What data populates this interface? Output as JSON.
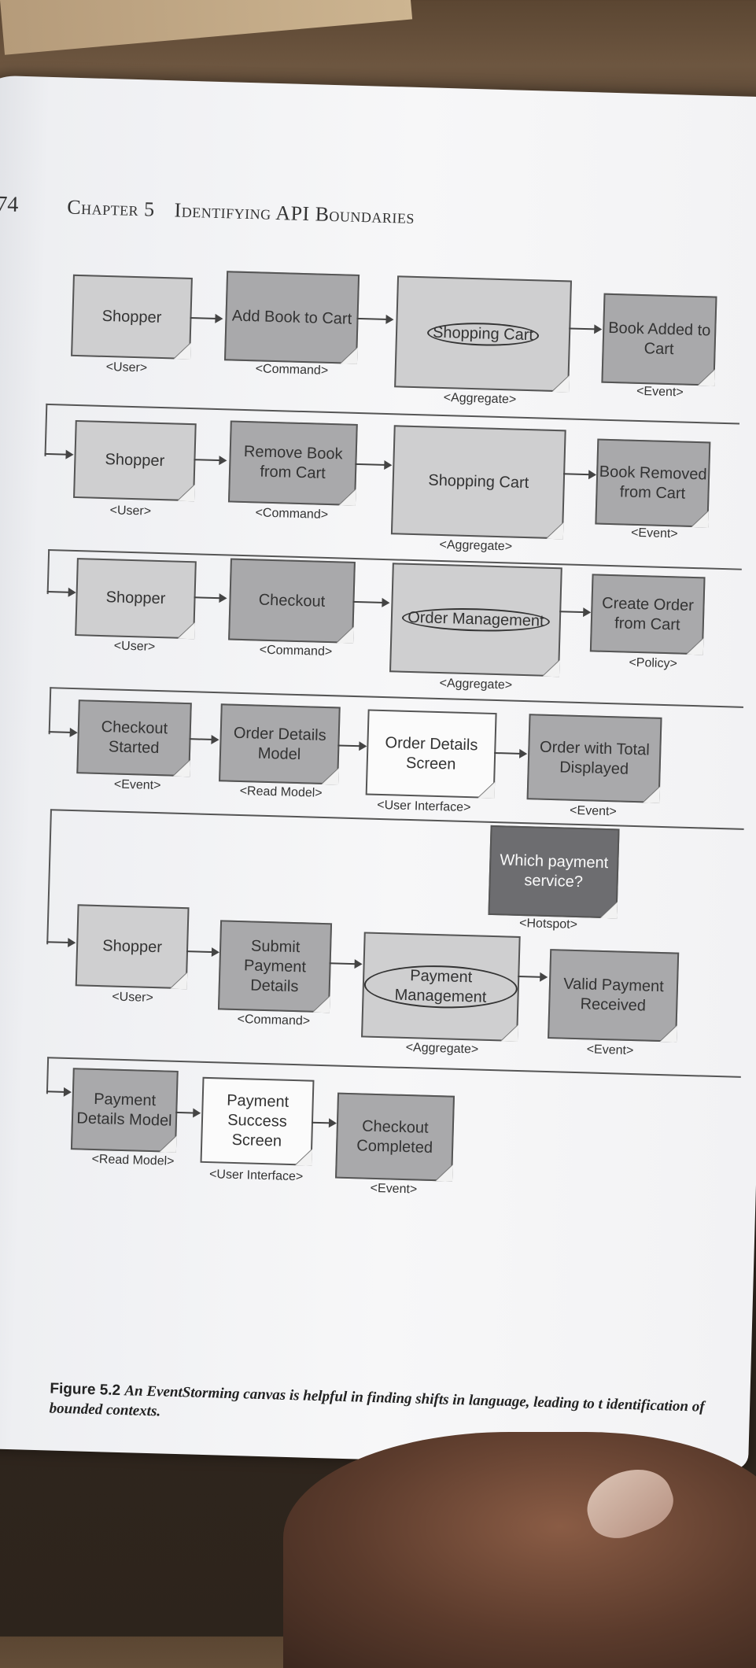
{
  "page_number": "74",
  "header": {
    "chapter": "Chapter 5",
    "title": "Identifying API Boundaries"
  },
  "rows": [
    {
      "notes": [
        {
          "text": "Shopper",
          "tag": "<User>"
        },
        {
          "text": "Add Book to Cart",
          "tag": "<Command>"
        },
        {
          "text": "Shopping Cart",
          "tag": "<Aggregate>"
        },
        {
          "text": "Book Added to Cart",
          "tag": "<Event>"
        }
      ]
    },
    {
      "notes": [
        {
          "text": "Shopper",
          "tag": "<User>"
        },
        {
          "text": "Remove Book from Cart",
          "tag": "<Command>"
        },
        {
          "text": "Shopping Cart",
          "tag": "<Aggregate>"
        },
        {
          "text": "Book Removed from Cart",
          "tag": "<Event>"
        }
      ]
    },
    {
      "notes": [
        {
          "text": "Shopper",
          "tag": "<User>"
        },
        {
          "text": "Checkout",
          "tag": "<Command>"
        },
        {
          "text": "Order Management",
          "tag": "<Aggregate>"
        },
        {
          "text": "Create Order from Cart",
          "tag": "<Policy>"
        }
      ]
    },
    {
      "notes": [
        {
          "text": "Checkout Started",
          "tag": "<Event>"
        },
        {
          "text": "Order Details Model",
          "tag": "<Read Model>"
        },
        {
          "text": "Order Details Screen",
          "tag": "<User Interface>"
        },
        {
          "text": "Order with Total Displayed",
          "tag": "<Event>"
        }
      ]
    },
    {
      "notes": [
        {
          "text": "Shopper",
          "tag": "<User>"
        },
        {
          "text": "Submit Payment Details",
          "tag": "<Command>"
        },
        {
          "text": "Payment Management",
          "tag": "<Aggregate>"
        },
        {
          "text": "Valid Payment Received",
          "tag": "<Event>"
        },
        {
          "text": "Which payment service?",
          "tag": "<Hotspot>"
        }
      ]
    },
    {
      "notes": [
        {
          "text": "Payment Details Model",
          "tag": "<Read Model>"
        },
        {
          "text": "Payment Success Screen",
          "tag": "<User Interface>"
        },
        {
          "text": "Checkout Completed",
          "tag": "<Event>"
        }
      ]
    }
  ],
  "caption": {
    "figure": "Figure 5.2",
    "text": "An EventStorming canvas is helpful in finding shifts in language, leading to t identification of bounded contexts."
  }
}
